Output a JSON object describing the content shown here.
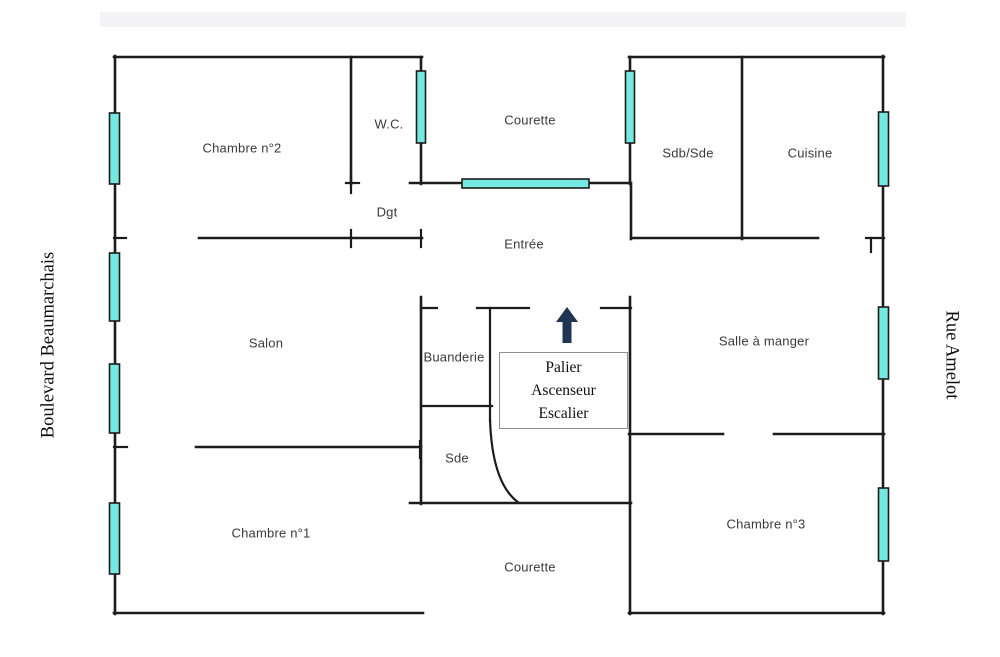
{
  "streets": {
    "left_label": "Boulevard Beaumarchais",
    "right_label": "Rue Amelot"
  },
  "rooms": {
    "chambre2": {
      "label": "Chambre n°2"
    },
    "wc": {
      "label": "W.C."
    },
    "courette_top": {
      "label": "Courette"
    },
    "sdb_sde": {
      "label": "Sdb/Sde"
    },
    "cuisine": {
      "label": "Cuisine"
    },
    "dgt": {
      "label": "Dgt"
    },
    "entree": {
      "label": "Entrée"
    },
    "salon": {
      "label": "Salon"
    },
    "buanderie": {
      "label": "Buanderie"
    },
    "salle_a_manger": {
      "label": "Salle à manger"
    },
    "sde": {
      "label": "Sde"
    },
    "chambre1": {
      "label": "Chambre n°1"
    },
    "chambre3": {
      "label": "Chambre n°3"
    },
    "courette_bottom": {
      "label": "Courette"
    }
  },
  "landing_box": {
    "line1": "Palier",
    "line2": "Ascenseur",
    "line3": "Escalier"
  },
  "entrance_arrow": {
    "direction": "up"
  },
  "colors": {
    "wall": "#1c1c1c",
    "window_fill": "#76e8e2",
    "arrow": "#1f3552",
    "label_text": "#3a3a3a",
    "street_text": "#111111"
  }
}
